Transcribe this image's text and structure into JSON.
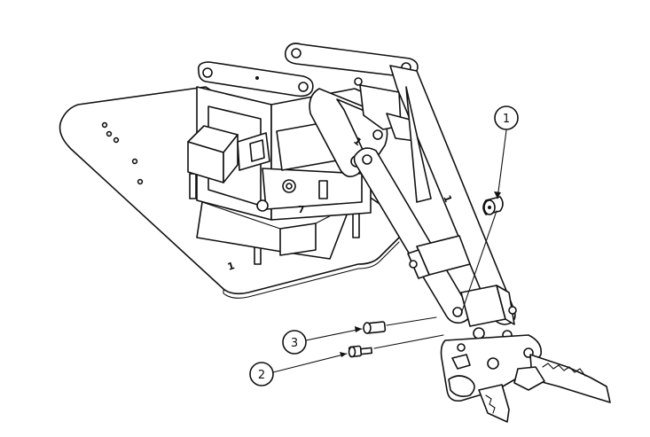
{
  "diagram": {
    "callouts": [
      {
        "id": "callout-1",
        "label": "1"
      },
      {
        "id": "callout-2",
        "label": "2"
      },
      {
        "id": "callout-3",
        "label": "3"
      }
    ],
    "part_marks": {
      "base_plate": "1",
      "frame": "7",
      "arm": "1"
    },
    "colors": {
      "line": "#111111",
      "background": "#ffffff"
    }
  }
}
